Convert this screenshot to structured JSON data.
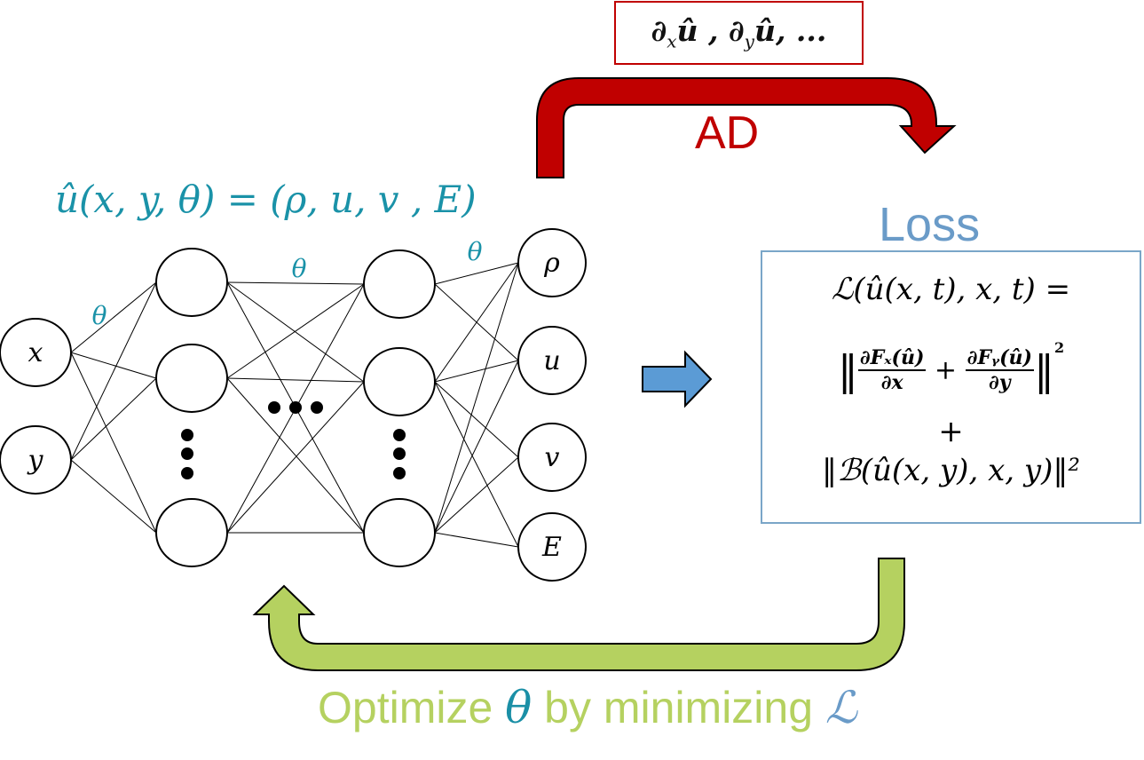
{
  "derivative_box": {
    "text": "∂ₓû , ∂ᵧû, ...",
    "parts": [
      "∂",
      "x",
      "û",
      " , ∂",
      "y",
      "û",
      ", ..."
    ],
    "border_color": "#c00000"
  },
  "ad_arrow": {
    "label": "AD",
    "color": "#c00000"
  },
  "network": {
    "equation": "û(x, y, θ) = (ρ, u, v , E)",
    "equation_color": "#1a92a8",
    "weight_label": "θ",
    "input_nodes": [
      "x",
      "y"
    ],
    "hidden_layers": [
      {
        "nodes": [
          "",
          "",
          ""
        ],
        "ellipsis": "⋮"
      },
      {
        "nodes": [
          "",
          "",
          ""
        ],
        "ellipsis": "⋮"
      }
    ],
    "between_hidden_ellipsis": "• • •",
    "output_nodes": [
      "ρ",
      "u",
      "v",
      "E"
    ]
  },
  "flow_arrow": {
    "color": "#5b9bd5"
  },
  "loss": {
    "title": "Loss",
    "title_color": "#6a9bc8",
    "line1": "ℒ(û(x, t), x, t) =",
    "line2": {
      "term1_num": "∂Fₓ(û)",
      "term1_den": "∂x",
      "plus": "+",
      "term2_num": "∂Fᵧ(û)",
      "term2_den": "∂y",
      "exponent": "2"
    },
    "line3": "+",
    "line4": "‖ℬ(û(x, y), x, y)‖²"
  },
  "optimize_arrow": {
    "label_prefix": "Optimize ",
    "label_theta": "θ",
    "label_middle": " by minimizing ",
    "label_L": "ℒ",
    "color": "#b5d160"
  }
}
